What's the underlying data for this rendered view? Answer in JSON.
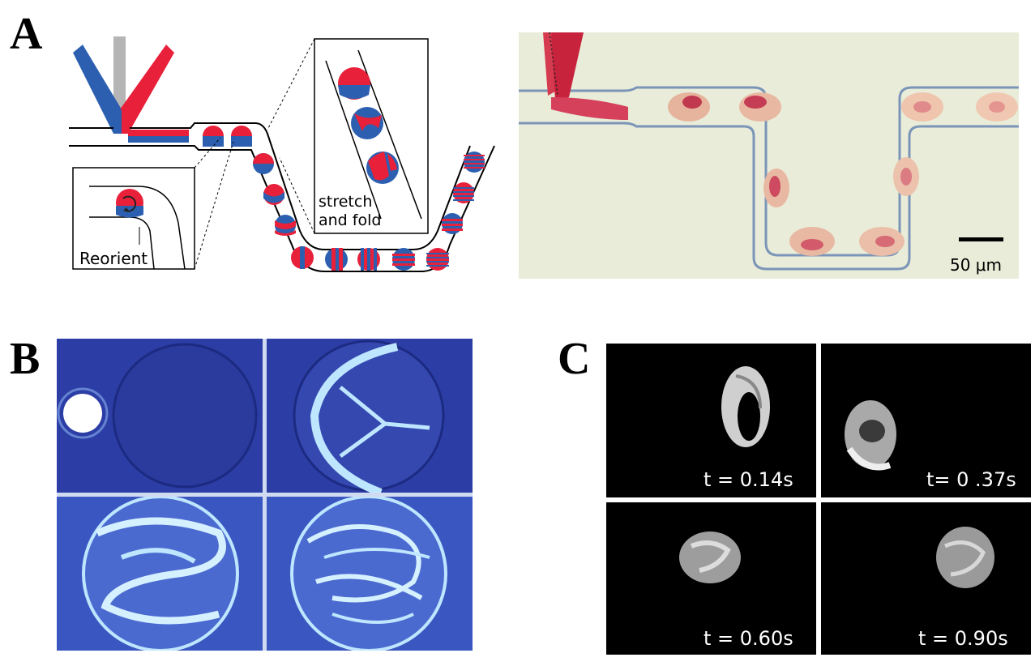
{
  "panels": {
    "a": {
      "letter": "A",
      "schematic": {
        "label_reorient": "Reorient",
        "label_stretch_line1": "stretch",
        "label_stretch_line2": "and fold"
      },
      "micrograph": {
        "scale_bar_label": "50 μm"
      }
    },
    "b": {
      "letter": "B"
    },
    "c": {
      "letter": "C",
      "frames": [
        {
          "time_label": "t = 0.14s"
        },
        {
          "time_label": "t= 0 .37s"
        },
        {
          "time_label": "t = 0.60s"
        },
        {
          "time_label": "t = 0.90s"
        }
      ]
    }
  },
  "colors": {
    "red": "#e8203a",
    "blue": "#2c5fb0",
    "grey": "#b5b5b5",
    "micro_bg": "#e9ecd8",
    "b_blue": "#3a4fb8",
    "b_light": "#bfe6ff"
  }
}
